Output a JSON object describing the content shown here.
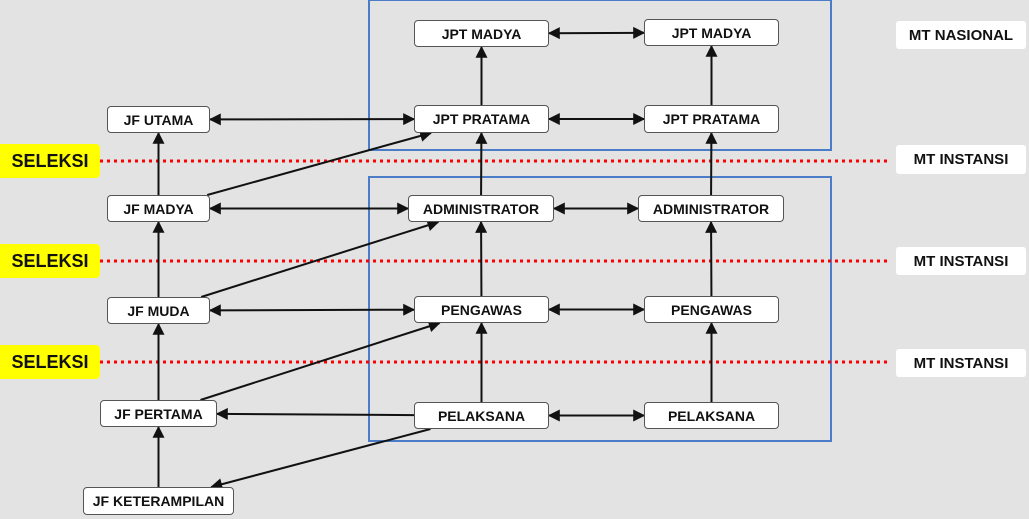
{
  "colors": {
    "background": "#e3e3e3",
    "group_border": "#4a7cc7",
    "separator": "#ff0000",
    "seleksi_bg": "#ffff00",
    "arrow": "#111111"
  },
  "nodes": {
    "jpt_madya_1": "JPT MADYA",
    "jpt_madya_2": "JPT MADYA",
    "jpt_pratama_1": "JPT PRATAMA",
    "jpt_pratama_2": "JPT PRATAMA",
    "administrator_1": "ADMINISTRATOR",
    "administrator_2": "ADMINISTRATOR",
    "pengawas_1": "PENGAWAS",
    "pengawas_2": "PENGAWAS",
    "pelaksana_1": "PELAKSANA",
    "pelaksana_2": "PELAKSANA",
    "jf_utama": "JF UTAMA",
    "jf_madya": "JF MADYA",
    "jf_muda": "JF MUDA",
    "jf_pertama": "JF PERTAMA",
    "jf_keterampilan": "JF KETERAMPILAN"
  },
  "labels": {
    "mt_nasional": "MT NASIONAL",
    "mt_instansi_1": "MT INSTANSI",
    "mt_instansi_2": "MT INSTANSI",
    "mt_instansi_3": "MT INSTANSI",
    "seleksi_1": "SELEKSI",
    "seleksi_2": "SELEKSI",
    "seleksi_3": "SELEKSI"
  },
  "edges": [
    {
      "from": "jpt_madya_1",
      "to": "jpt_madya_2",
      "direction": "both"
    },
    {
      "from": "jpt_pratama_1",
      "to": "jpt_pratama_2",
      "direction": "both"
    },
    {
      "from": "administrator_1",
      "to": "administrator_2",
      "direction": "both"
    },
    {
      "from": "pengawas_1",
      "to": "pengawas_2",
      "direction": "both"
    },
    {
      "from": "pelaksana_1",
      "to": "pelaksana_2",
      "direction": "both"
    },
    {
      "from": "jpt_pratama_1",
      "to": "jpt_madya_1",
      "direction": "forward"
    },
    {
      "from": "administrator_1",
      "to": "jpt_pratama_1",
      "direction": "forward"
    },
    {
      "from": "pengawas_1",
      "to": "administrator_1",
      "direction": "forward"
    },
    {
      "from": "pelaksana_1",
      "to": "pengawas_1",
      "direction": "forward"
    },
    {
      "from": "jpt_pratama_2",
      "to": "jpt_madya_2",
      "direction": "forward"
    },
    {
      "from": "administrator_2",
      "to": "jpt_pratama_2",
      "direction": "forward"
    },
    {
      "from": "pengawas_2",
      "to": "administrator_2",
      "direction": "forward"
    },
    {
      "from": "pelaksana_2",
      "to": "pengawas_2",
      "direction": "forward"
    },
    {
      "from": "jf_madya",
      "to": "jf_utama",
      "direction": "forward"
    },
    {
      "from": "jf_muda",
      "to": "jf_madya",
      "direction": "forward"
    },
    {
      "from": "jf_pertama",
      "to": "jf_muda",
      "direction": "forward"
    },
    {
      "from": "jf_keterampilan",
      "to": "jf_pertama",
      "direction": "forward"
    },
    {
      "from": "jf_utama",
      "to": "jpt_pratama_1",
      "direction": "both"
    },
    {
      "from": "jf_madya",
      "to": "administrator_1",
      "direction": "both"
    },
    {
      "from": "jf_muda",
      "to": "pengawas_1",
      "direction": "both"
    },
    {
      "from": "jf_madya",
      "to": "jpt_pratama_1",
      "direction": "forward"
    },
    {
      "from": "jf_muda",
      "to": "administrator_1",
      "direction": "forward"
    },
    {
      "from": "jf_pertama",
      "to": "pengawas_1",
      "direction": "forward"
    },
    {
      "from": "pelaksana_1",
      "to": "jf_pertama",
      "direction": "forward"
    },
    {
      "from": "pelaksana_1",
      "to": "jf_keterampilan",
      "direction": "forward"
    }
  ]
}
